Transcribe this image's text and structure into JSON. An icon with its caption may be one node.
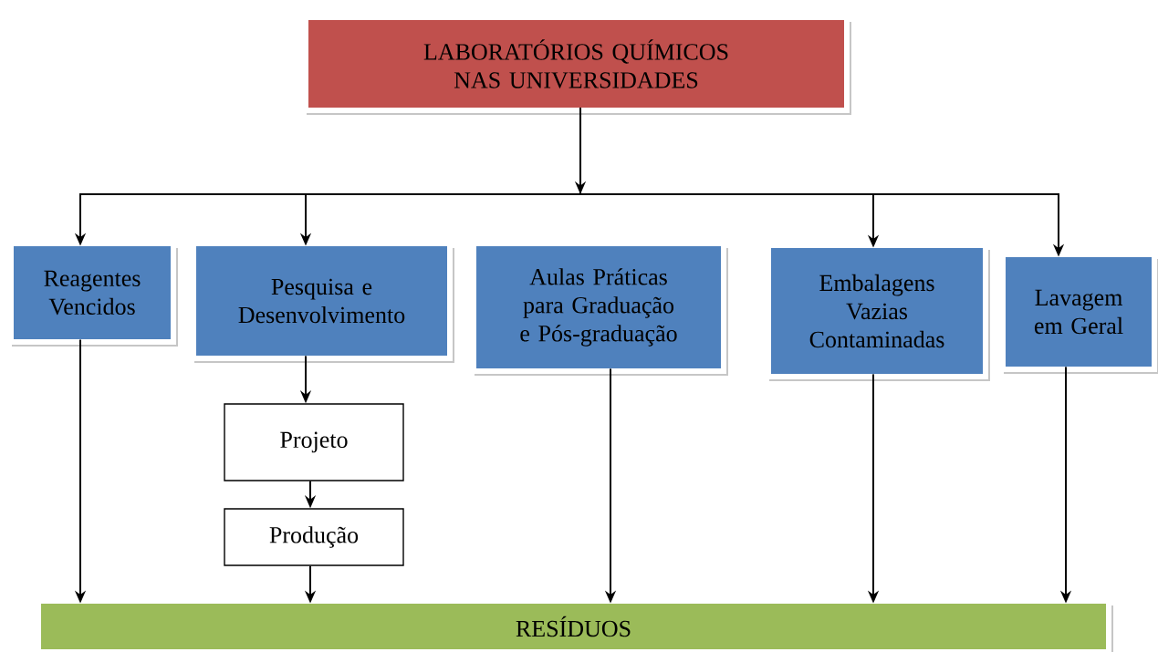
{
  "diagram": {
    "nodes": [
      {
        "text": [
          "LABORATÓRIOS QUÍMICOS NAS UNIVERSIDADES"
        ]
      },
      {
        "text": [
          "Reagentes Vencidos"
        ]
      },
      {
        "text": [
          "Pesquisa e Desenvolvimento"
        ]
      },
      {
        "text": [
          "Aulas Práticas para Graduação e Pós-graduação"
        ]
      },
      {
        "text": [
          "Embalagens Vazias Contaminadas"
        ]
      },
      {
        "text": [
          "Lavagem em Geral"
        ]
      },
      {
        "text": [
          "Projeto"
        ]
      },
      {
        "text": [
          "Produção"
        ]
      },
      {
        "text": [
          "RESÍDUOS"
        ]
      }
    ],
    "edges": [
      {
        "from": 0,
        "to": 1,
        "arrow": "to"
      },
      {
        "from": 0,
        "to": 2,
        "arrow": "to"
      },
      {
        "from": 0,
        "to": 4,
        "arrow": "to"
      },
      {
        "from": 0,
        "to": 5,
        "arrow": "to"
      },
      {
        "from": 2,
        "to": 6,
        "arrow": "to"
      },
      {
        "from": 6,
        "to": 7,
        "arrow": "to"
      },
      {
        "from": 1,
        "to": 8,
        "arrow": "to"
      },
      {
        "from": 7,
        "to": 8,
        "arrow": "to"
      },
      {
        "from": 3,
        "to": 8,
        "arrow": "to"
      },
      {
        "from": 4,
        "to": 8,
        "arrow": "to"
      },
      {
        "from": 5,
        "to": 8,
        "arrow": "to"
      }
    ]
  }
}
